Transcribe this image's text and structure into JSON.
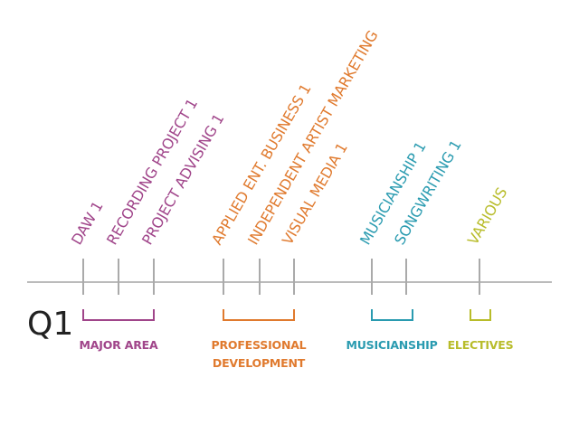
{
  "quarter": "Q1",
  "colors": {
    "axis": "#bbbbbb",
    "tick": "#aaaaaa",
    "quarter": "#222222"
  },
  "groups": [
    {
      "name": "major-area",
      "label_lines": [
        "MAJOR AREA"
      ],
      "color": "#a0458a",
      "courses": [
        "DAW 1",
        "RECORDING PROJECT 1",
        "PROJECT ADVISING 1"
      ]
    },
    {
      "name": "professional-development",
      "label_lines": [
        "PROFESSIONAL",
        "DEVELOPMENT"
      ],
      "color": "#e07a2e",
      "courses": [
        "APPLIED ENT. BUSINESS 1",
        "INDEPENDENT ARTIST MARKETING",
        "VISUAL MEDIA 1"
      ]
    },
    {
      "name": "musicianship",
      "label_lines": [
        "MUSICIANSHIP"
      ],
      "color": "#2a9bb0",
      "courses": [
        "MUSICIANSHIP 1",
        "SONGWRITING 1"
      ]
    },
    {
      "name": "electives",
      "label_lines": [
        "ELECTIVES"
      ],
      "color": "#b8bc2a",
      "courses": [
        "VARIOUS"
      ]
    }
  ]
}
